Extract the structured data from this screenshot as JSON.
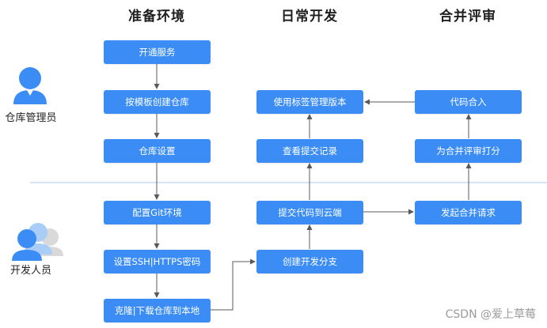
{
  "columns": {
    "setup": "准备环境",
    "daily": "日常开发",
    "review": "合并评审"
  },
  "roles": {
    "admin": "仓库管理员",
    "developer": "开发人员"
  },
  "nodes": {
    "open_service": "开通服务",
    "create_repo_from_template": "按模板创建仓库",
    "repo_settings": "仓库设置",
    "configure_git": "配置Git环境",
    "set_ssh_https_password": "设置SSH|HTTPS密码",
    "clone_download_repo": "克隆|下载仓库到本地",
    "create_branch": "创建开发分支",
    "commit_to_cloud": "提交代码到云端",
    "view_commit_history": "查看提交记录",
    "tag_version": "使用标签管理版本",
    "start_merge_request": "发起合并请求",
    "score_merge_review": "为合并评审打分",
    "merge_code": "代码合入"
  },
  "watermark": "CSDN @爱上草莓",
  "colors": {
    "node": "#3b8df5",
    "node_text": "#ffffff",
    "connector": "#5a5a5a",
    "divider": "#a9c8e6",
    "admin_icon": "#3b8df5",
    "developer_icon_front": "#3b8df5",
    "developer_icon_mid": "#a9cdf6",
    "developer_icon_back": "#d9d9d9"
  }
}
